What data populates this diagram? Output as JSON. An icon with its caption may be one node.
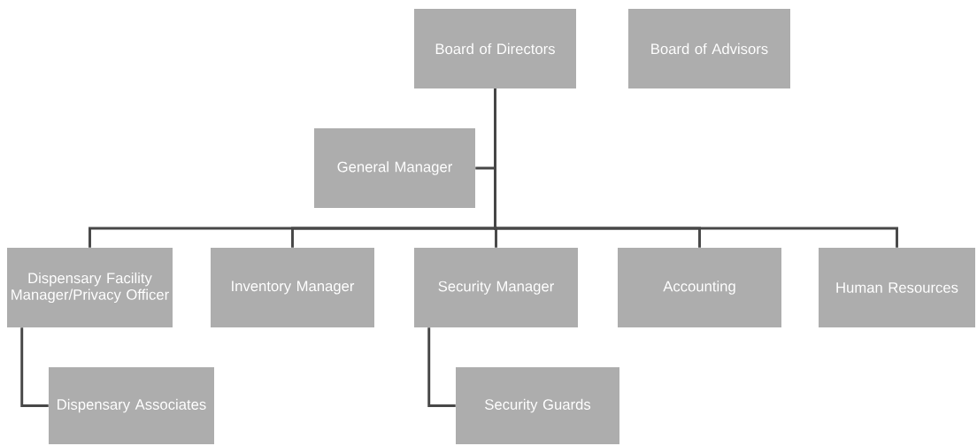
{
  "diagram": {
    "nodes": [
      {
        "text": [
          "Board of Directors"
        ]
      },
      {
        "text": [
          "Board of Advisors"
        ]
      },
      {
        "text": [
          "General Manager"
        ]
      },
      {
        "text": [
          "Dispensary Facility Manager/Privacy Officer"
        ]
      },
      {
        "text": [
          "Inventory Manager"
        ]
      },
      {
        "text": [
          "Security Manager"
        ]
      },
      {
        "text": [
          "Accounting"
        ]
      },
      {
        "text": [
          "Human Resources"
        ]
      },
      {
        "text": [
          "Dispensary Associates"
        ]
      },
      {
        "text": [
          "Security Guards"
        ]
      }
    ],
    "edges": [
      {
        "from": 0,
        "to": 2,
        "arrow": "none"
      },
      {
        "from": 0,
        "to": 3,
        "arrow": "none"
      },
      {
        "from": 0,
        "to": 4,
        "arrow": "none"
      },
      {
        "from": 0,
        "to": 5,
        "arrow": "none"
      },
      {
        "from": 0,
        "to": 6,
        "arrow": "none"
      },
      {
        "from": 0,
        "to": 7,
        "arrow": "none"
      },
      {
        "from": 3,
        "to": 8,
        "arrow": "none"
      },
      {
        "from": 5,
        "to": 9,
        "arrow": "none"
      }
    ]
  }
}
